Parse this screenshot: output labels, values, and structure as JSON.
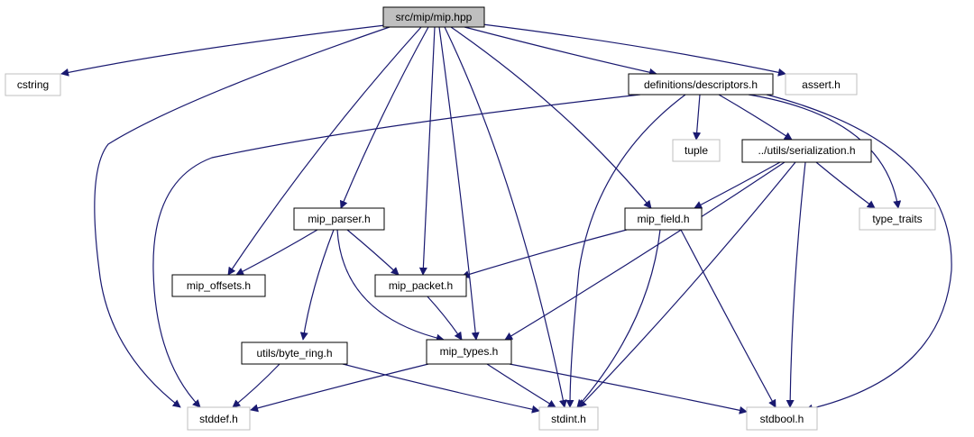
{
  "graph": {
    "edge_color": "#191970",
    "root_fill": "#bfbfbf",
    "local_border": "#000000",
    "external_border": "#bfbfbf",
    "nodes": [
      {
        "id": "mip_hpp",
        "label": "src/mip/mip.hpp",
        "kind": "root"
      },
      {
        "id": "cstring",
        "label": "cstring",
        "kind": "external"
      },
      {
        "id": "descriptors",
        "label": "definitions/descriptors.h",
        "kind": "local"
      },
      {
        "id": "assert",
        "label": "assert.h",
        "kind": "external"
      },
      {
        "id": "tuple",
        "label": "tuple",
        "kind": "external"
      },
      {
        "id": "serialization",
        "label": "../utils/serialization.h",
        "kind": "local"
      },
      {
        "id": "mip_parser",
        "label": "mip_parser.h",
        "kind": "local"
      },
      {
        "id": "mip_field",
        "label": "mip_field.h",
        "kind": "local"
      },
      {
        "id": "type_traits",
        "label": "type_traits",
        "kind": "external"
      },
      {
        "id": "mip_offsets",
        "label": "mip_offsets.h",
        "kind": "local"
      },
      {
        "id": "mip_packet",
        "label": "mip_packet.h",
        "kind": "local"
      },
      {
        "id": "byte_ring",
        "label": "utils/byte_ring.h",
        "kind": "local"
      },
      {
        "id": "mip_types",
        "label": "mip_types.h",
        "kind": "local"
      },
      {
        "id": "stddef",
        "label": "stddef.h",
        "kind": "external"
      },
      {
        "id": "stdint",
        "label": "stdint.h",
        "kind": "external"
      },
      {
        "id": "stdbool",
        "label": "stdbool.h",
        "kind": "external"
      }
    ],
    "edges": [
      [
        "mip_hpp",
        "cstring"
      ],
      [
        "mip_hpp",
        "descriptors"
      ],
      [
        "mip_hpp",
        "assert"
      ],
      [
        "mip_hpp",
        "stddef"
      ],
      [
        "mip_hpp",
        "mip_offsets"
      ],
      [
        "mip_hpp",
        "mip_parser"
      ],
      [
        "mip_hpp",
        "mip_packet"
      ],
      [
        "mip_hpp",
        "mip_types"
      ],
      [
        "mip_hpp",
        "stdint"
      ],
      [
        "mip_hpp",
        "mip_field"
      ],
      [
        "descriptors",
        "stddef"
      ],
      [
        "descriptors",
        "stdint"
      ],
      [
        "descriptors",
        "tuple"
      ],
      [
        "descriptors",
        "serialization"
      ],
      [
        "descriptors",
        "type_traits"
      ],
      [
        "descriptors",
        "stdbool"
      ],
      [
        "serialization",
        "mip_field"
      ],
      [
        "serialization",
        "type_traits"
      ],
      [
        "serialization",
        "mip_types"
      ],
      [
        "serialization",
        "stdint"
      ],
      [
        "serialization",
        "stdbool"
      ],
      [
        "mip_parser",
        "mip_offsets"
      ],
      [
        "mip_parser",
        "mip_packet"
      ],
      [
        "mip_parser",
        "byte_ring"
      ],
      [
        "mip_parser",
        "mip_types"
      ],
      [
        "mip_field",
        "mip_packet"
      ],
      [
        "mip_field",
        "stdint"
      ],
      [
        "mip_field",
        "stdbool"
      ],
      [
        "mip_packet",
        "mip_types"
      ],
      [
        "byte_ring",
        "stddef"
      ],
      [
        "byte_ring",
        "stdint"
      ],
      [
        "mip_types",
        "stddef"
      ],
      [
        "mip_types",
        "stdint"
      ],
      [
        "mip_types",
        "stdbool"
      ]
    ]
  }
}
